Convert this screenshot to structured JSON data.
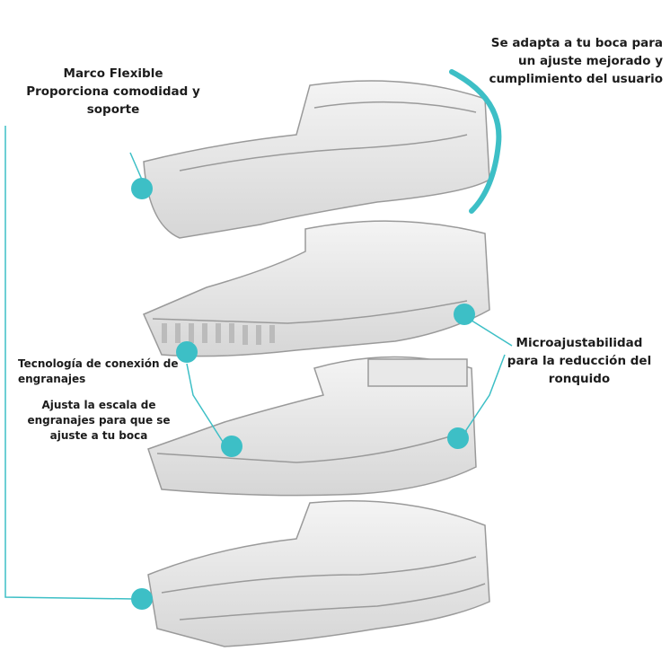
{
  "labels": {
    "flexible_frame": [
      "Marco Flexible",
      "Proporciona comodidad y",
      "soporte"
    ],
    "adapts": [
      "Se adapta a tu boca para",
      "un ajuste mejorado y",
      "cumplimiento del usuario"
    ],
    "micro": [
      "Microajustabilidad",
      "para la reducción del",
      "ronquido"
    ],
    "gear_tech": [
      "Tecnología de conexión de",
      "engranajes"
    ],
    "gear_scale": [
      "Ajusta la escala de",
      "engranajes para que se",
      "ajuste a tu boca"
    ]
  },
  "colors": {
    "accent": "#3dbfc6",
    "line": "#3dbfc6",
    "text": "#1c1c1c"
  }
}
